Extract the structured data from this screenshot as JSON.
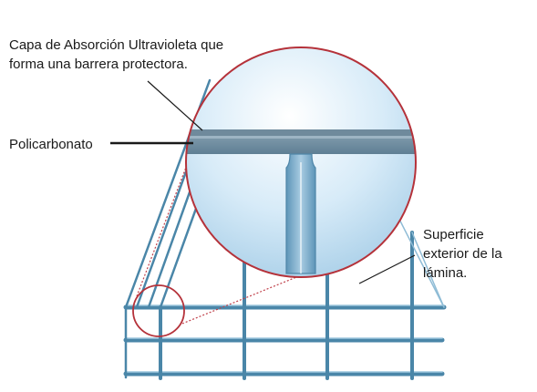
{
  "labels": {
    "uv_layer": [
      "Capa de Absorción Ultravioleta que",
      "forma una barrera protectora."
    ],
    "polycarbonate": "Policarbonato",
    "outer_surface": [
      "Superficie",
      "exterior de la",
      "lámina."
    ]
  },
  "colors": {
    "frame": "#4a86a8",
    "frame_light": "#8fbcd6",
    "magnifier_outline": "#b5323a",
    "bubble_fill": "#cfe6f6",
    "leader": "#1a1a1a"
  }
}
